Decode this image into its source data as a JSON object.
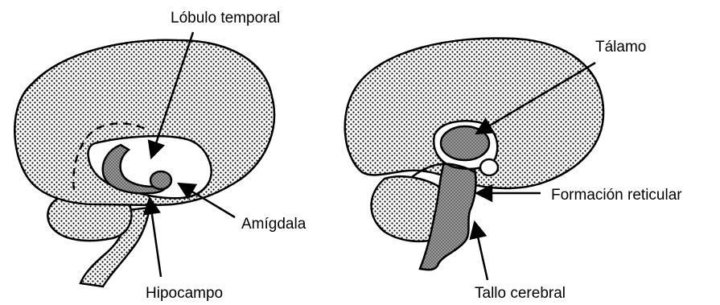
{
  "labels": {
    "temporal_lobe": "Lóbulo temporal",
    "amygdala": "Amígdala",
    "hippocampus": "Hipocampo",
    "thalamus": "Tálamo",
    "reticular_formation": "Formación reticular",
    "brainstem": "Tallo cerebral"
  },
  "colors": {
    "outline": "#000000",
    "dot_fill": "#000000",
    "structure_fill": "#8c8c8c",
    "background": "#ffffff"
  }
}
